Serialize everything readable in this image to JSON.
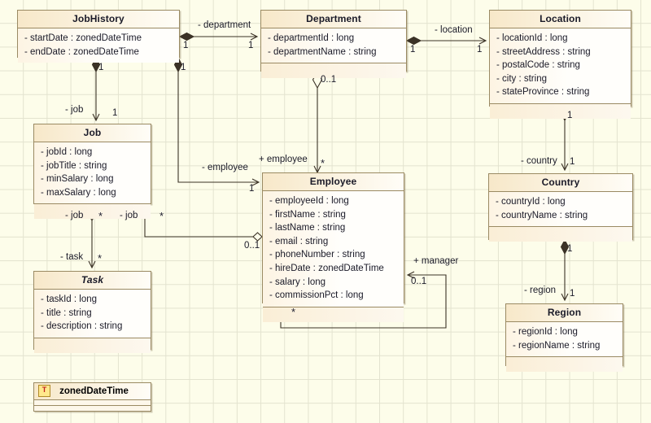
{
  "diagram": {
    "title": "UML Class Diagram",
    "background_color": "#fdfdea",
    "grid_color": "#e3e3cf",
    "class_fill": "#fdf6e6",
    "class_border": "#9a8a63",
    "line_color": "#3b3226"
  },
  "classes": [
    {
      "id": "jobhistory",
      "name": "JobHistory",
      "abstract": false,
      "attributes": [
        "- startDate : zonedDateTime",
        "- endDate : zonedDateTime"
      ],
      "has_operations_compartment": false
    },
    {
      "id": "department",
      "name": "Department",
      "abstract": false,
      "attributes": [
        "- departmentId : long",
        "- departmentName : string"
      ],
      "has_operations_compartment": true
    },
    {
      "id": "location",
      "name": "Location",
      "abstract": false,
      "attributes": [
        "- locationId : long",
        "- streetAddress : string",
        "- postalCode : string",
        "- city : string",
        "- stateProvince : string"
      ],
      "has_operations_compartment": true
    },
    {
      "id": "job",
      "name": "Job",
      "abstract": false,
      "attributes": [
        "- jobId : long",
        "- jobTitle : string",
        "- minSalary : long",
        "- maxSalary : long"
      ],
      "has_operations_compartment": true
    },
    {
      "id": "employee",
      "name": "Employee",
      "abstract": false,
      "attributes": [
        "- employeeId : long",
        "- firstName : string",
        "- lastName : string",
        "- email : string",
        "- phoneNumber : string",
        "- hireDate : zonedDateTime",
        "- salary : long",
        "- commissionPct : long"
      ],
      "has_operations_compartment": true
    },
    {
      "id": "country",
      "name": "Country",
      "abstract": false,
      "attributes": [
        "- countryId : long",
        "- countryName : string"
      ],
      "has_operations_compartment": true
    },
    {
      "id": "task",
      "name": "Task",
      "abstract": true,
      "attributes": [
        "- taskId : long",
        "- title : string",
        "- description : string"
      ],
      "has_operations_compartment": true
    },
    {
      "id": "region",
      "name": "Region",
      "abstract": false,
      "attributes": [
        "- regionId : long",
        "- regionName : string"
      ],
      "has_operations_compartment": true
    }
  ],
  "datatypes": [
    {
      "id": "zoneddatetime",
      "name": "zonedDateTime",
      "stereotype_icon": "T"
    }
  ],
  "associations": [
    {
      "id": "jobhistory-department",
      "role": "- department",
      "source": "JobHistory",
      "target": "Department",
      "source_multiplicity": "1",
      "target_multiplicity": "1",
      "source_end": "composite-diamond",
      "target_end": "open-arrow"
    },
    {
      "id": "department-location",
      "role": "- location",
      "source": "Department",
      "target": "Location",
      "source_multiplicity": "1",
      "target_multiplicity": "1",
      "source_end": "composite-diamond",
      "target_end": "open-arrow"
    },
    {
      "id": "jobhistory-job",
      "role": "- job",
      "source": "JobHistory",
      "target": "Job",
      "source_multiplicity": "1",
      "target_multiplicity": "1",
      "source_end": "composite-diamond",
      "target_end": "open-arrow"
    },
    {
      "id": "jobhistory-employee",
      "role": "- employee",
      "source": "JobHistory",
      "target": "Employee",
      "source_multiplicity": "1",
      "target_multiplicity": "1",
      "source_end": "composite-diamond",
      "target_end": "open-arrow"
    },
    {
      "id": "department-employee",
      "role": "+ employee",
      "source": "Department",
      "target": "Employee",
      "source_multiplicity": "0..1",
      "target_multiplicity": "*",
      "source_end": "shared-diamond",
      "target_end": "open-arrow"
    },
    {
      "id": "location-country",
      "role": "- country",
      "source": "Location",
      "target": "Country",
      "source_multiplicity": "1",
      "target_multiplicity": "1",
      "source_end": "composite-diamond",
      "target_end": "open-arrow"
    },
    {
      "id": "country-region",
      "role": "- region",
      "source": "Country",
      "target": "Region",
      "source_multiplicity": "1",
      "target_multiplicity": "1",
      "source_end": "composite-diamond",
      "target_end": "open-arrow"
    },
    {
      "id": "job-task",
      "role": "- task",
      "source": "Job",
      "target": "Task",
      "source_multiplicity": "*",
      "target_multiplicity": "*",
      "source_end": "shared-diamond",
      "target_end": "open-arrow",
      "source_role": "- job"
    },
    {
      "id": "employee-job",
      "role": "- job",
      "source": "Employee",
      "target": "Job",
      "source_multiplicity": "0..1",
      "target_multiplicity": "*",
      "source_end": "shared-diamond",
      "target_end": "open-arrow"
    },
    {
      "id": "employee-manager",
      "role": "+ manager",
      "source": "Employee",
      "target": "Employee",
      "source_multiplicity": "*",
      "target_multiplicity": "0..1",
      "source_end": "shared-diamond",
      "target_end": "open-arrow"
    }
  ],
  "edge_labels": [
    {
      "id": "lbl-department",
      "text": "- department"
    },
    {
      "id": "lbl-location",
      "text": "- location"
    },
    {
      "id": "lbl-job-history",
      "text": "- job"
    },
    {
      "id": "lbl-employee",
      "text": "- employee"
    },
    {
      "id": "lbl-plus-employee",
      "text": "+ employee"
    },
    {
      "id": "lbl-country",
      "text": "- country"
    },
    {
      "id": "lbl-region",
      "text": "- region"
    },
    {
      "id": "lbl-job-left",
      "text": "- job"
    },
    {
      "id": "lbl-job-right",
      "text": "- job"
    },
    {
      "id": "lbl-task",
      "text": "- task"
    },
    {
      "id": "lbl-manager",
      "text": "+ manager"
    }
  ],
  "multiplicities": [
    {
      "id": "m1",
      "text": "1"
    },
    {
      "id": "m2",
      "text": "1"
    },
    {
      "id": "m3",
      "text": "1"
    },
    {
      "id": "m4",
      "text": "1"
    },
    {
      "id": "m5",
      "text": "1"
    },
    {
      "id": "m6",
      "text": "1"
    },
    {
      "id": "m7",
      "text": "1"
    },
    {
      "id": "m8",
      "text": "0..1"
    },
    {
      "id": "m9",
      "text": "*"
    },
    {
      "id": "m10",
      "text": "1"
    },
    {
      "id": "m11",
      "text": "1"
    },
    {
      "id": "m12",
      "text": "1"
    },
    {
      "id": "m13",
      "text": "1"
    },
    {
      "id": "m14",
      "text": "*"
    },
    {
      "id": "m15",
      "text": "*"
    },
    {
      "id": "m16",
      "text": "*"
    },
    {
      "id": "m17",
      "text": "0..1"
    },
    {
      "id": "m18",
      "text": "0..1"
    },
    {
      "id": "m19",
      "text": "*"
    },
    {
      "id": "m20",
      "text": "1"
    },
    {
      "id": "m21",
      "text": "1"
    }
  ]
}
